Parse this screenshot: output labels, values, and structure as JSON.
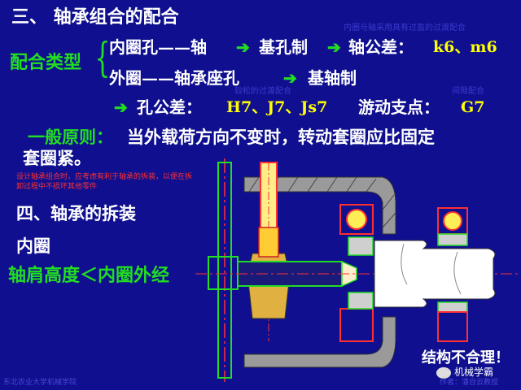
{
  "heading": "三、 轴承组合的配合",
  "fit_types_label": "配合类型",
  "row1": {
    "part1": "内圈孔——轴",
    "arrow1": "➔",
    "part2": "基孔制",
    "arrow2": "➔",
    "part3": "轴公差：",
    "part4": "k6、m6"
  },
  "row2": {
    "part1": "外圈——轴承座孔",
    "arrow1": "➔",
    "part2": "基轴制"
  },
  "row3": {
    "arrow": "➔",
    "label": "孔公差：",
    "values": "H7、J7、Js7",
    "support_label": "游动支点：",
    "support_value": "G7"
  },
  "faint_notes": {
    "top_right": "内圈与轴采用具有过盈的过渡配合",
    "mid_left": "较松的过渡配合",
    "mid_right": "间隙配合"
  },
  "principle": {
    "label": "一般原则：",
    "text_line1": "当外载荷方向不变时，转动套圈应比固定",
    "text_line2": "套圈紧。"
  },
  "red_note": "设计轴承组合时，应考虑有利于轴承的拆装，以便在拆卸过程中不损坏其他零件",
  "section4": "四、轴承的拆装",
  "inner_ring": "内圈",
  "shoulder_rule": "轴肩高度＜内圈外经",
  "wrong_structure": "结构不合理！",
  "watermark_text": "机械学霸",
  "footer_left": "东北农业大学机械学院",
  "footer_right": "作者：潘自云教授",
  "colors": {
    "background": "#0f0f8f",
    "green": "#22dd22",
    "yellow": "#ffff00",
    "red": "#ff3030",
    "bearing_fill": "#e8e8e8"
  }
}
